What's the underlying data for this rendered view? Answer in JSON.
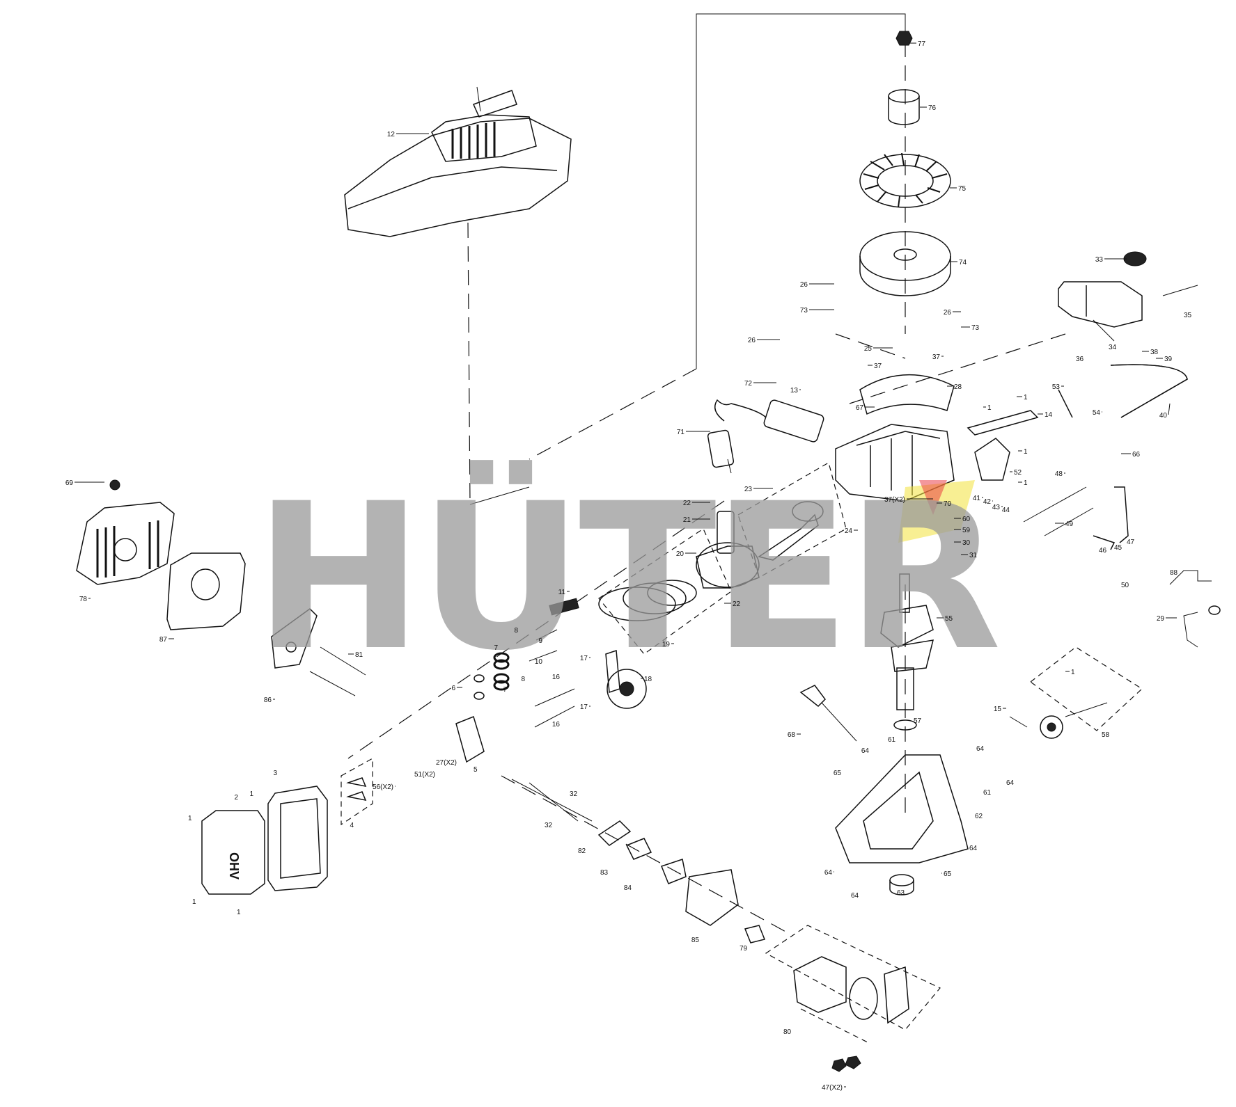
{
  "watermark": {
    "text": "HÜTER",
    "color": "#9a9a9a",
    "accent_colors": [
      "#e8303a",
      "#f2e23a"
    ]
  },
  "labels": [
    {
      "id": "77",
      "text": "77"
    },
    {
      "id": "76",
      "text": "76"
    },
    {
      "id": "75",
      "text": "75"
    },
    {
      "id": "74",
      "text": "74"
    },
    {
      "id": "12",
      "text": "12"
    },
    {
      "id": "33",
      "text": "33"
    },
    {
      "id": "35",
      "text": "35"
    },
    {
      "id": "34",
      "text": "34"
    },
    {
      "id": "36",
      "text": "36"
    },
    {
      "id": "38",
      "text": "38"
    },
    {
      "id": "39",
      "text": "39"
    },
    {
      "id": "40",
      "text": "40"
    },
    {
      "id": "26a",
      "text": "26"
    },
    {
      "id": "73a",
      "text": "73"
    },
    {
      "id": "26b",
      "text": "26"
    },
    {
      "id": "73b",
      "text": "73"
    },
    {
      "id": "26c",
      "text": "26"
    },
    {
      "id": "25",
      "text": "25"
    },
    {
      "id": "37a",
      "text": "37"
    },
    {
      "id": "37b",
      "text": "37"
    },
    {
      "id": "72",
      "text": "72"
    },
    {
      "id": "13",
      "text": "13"
    },
    {
      "id": "28",
      "text": "28"
    },
    {
      "id": "67",
      "text": "67"
    },
    {
      "id": "53",
      "text": "53"
    },
    {
      "id": "1a",
      "text": "1"
    },
    {
      "id": "1b",
      "text": "1"
    },
    {
      "id": "14",
      "text": "14"
    },
    {
      "id": "54",
      "text": "54"
    },
    {
      "id": "71",
      "text": "71"
    },
    {
      "id": "66",
      "text": "66"
    },
    {
      "id": "1c",
      "text": "1"
    },
    {
      "id": "52",
      "text": "52"
    },
    {
      "id": "1d",
      "text": "1"
    },
    {
      "id": "48",
      "text": "48"
    },
    {
      "id": "23",
      "text": "23"
    },
    {
      "id": "37x2",
      "text": "37(X2)"
    },
    {
      "id": "70",
      "text": "70"
    },
    {
      "id": "41",
      "text": "41"
    },
    {
      "id": "42",
      "text": "42"
    },
    {
      "id": "43",
      "text": "43"
    },
    {
      "id": "44",
      "text": "44"
    },
    {
      "id": "22a",
      "text": "22"
    },
    {
      "id": "21",
      "text": "21"
    },
    {
      "id": "24",
      "text": "24"
    },
    {
      "id": "60",
      "text": "60"
    },
    {
      "id": "59",
      "text": "59"
    },
    {
      "id": "49",
      "text": "49"
    },
    {
      "id": "46",
      "text": "46"
    },
    {
      "id": "45",
      "text": "45"
    },
    {
      "id": "47a",
      "text": "47"
    },
    {
      "id": "30",
      "text": "30"
    },
    {
      "id": "31",
      "text": "31"
    },
    {
      "id": "20",
      "text": "20"
    },
    {
      "id": "22b",
      "text": "22"
    },
    {
      "id": "50",
      "text": "50"
    },
    {
      "id": "88",
      "text": "88"
    },
    {
      "id": "69",
      "text": "69"
    },
    {
      "id": "78",
      "text": "78"
    },
    {
      "id": "87",
      "text": "87"
    },
    {
      "id": "11",
      "text": "11"
    },
    {
      "id": "19",
      "text": "19"
    },
    {
      "id": "55",
      "text": "55"
    },
    {
      "id": "29",
      "text": "29"
    },
    {
      "id": "81",
      "text": "81"
    },
    {
      "id": "86",
      "text": "86"
    },
    {
      "id": "8a",
      "text": "8"
    },
    {
      "id": "9",
      "text": "9"
    },
    {
      "id": "10",
      "text": "10"
    },
    {
      "id": "7a",
      "text": "7"
    },
    {
      "id": "7b",
      "text": "7"
    },
    {
      "id": "8b",
      "text": "8"
    },
    {
      "id": "6",
      "text": "6"
    },
    {
      "id": "17a",
      "text": "17"
    },
    {
      "id": "16a",
      "text": "16"
    },
    {
      "id": "18",
      "text": "18"
    },
    {
      "id": "17b",
      "text": "17"
    },
    {
      "id": "16b",
      "text": "16"
    },
    {
      "id": "68",
      "text": "68"
    },
    {
      "id": "57",
      "text": "57"
    },
    {
      "id": "15",
      "text": "15"
    },
    {
      "id": "1e",
      "text": "1"
    },
    {
      "id": "58",
      "text": "58"
    },
    {
      "id": "61a",
      "text": "61"
    },
    {
      "id": "64a",
      "text": "64"
    },
    {
      "id": "64b",
      "text": "64"
    },
    {
      "id": "27x2",
      "text": "27(X2)"
    },
    {
      "id": "51x2",
      "text": "51(X2)"
    },
    {
      "id": "56x2",
      "text": "56(X2)"
    },
    {
      "id": "5",
      "text": "5"
    },
    {
      "id": "65a",
      "text": "65"
    },
    {
      "id": "64c",
      "text": "64"
    },
    {
      "id": "61b",
      "text": "61"
    },
    {
      "id": "4",
      "text": "4"
    },
    {
      "id": "3",
      "text": "3"
    },
    {
      "id": "2",
      "text": "2"
    },
    {
      "id": "1f",
      "text": "1"
    },
    {
      "id": "1g",
      "text": "1"
    },
    {
      "id": "32a",
      "text": "32"
    },
    {
      "id": "32b",
      "text": "32"
    },
    {
      "id": "82",
      "text": "82"
    },
    {
      "id": "62",
      "text": "62"
    },
    {
      "id": "83",
      "text": "83"
    },
    {
      "id": "64d",
      "text": "64"
    },
    {
      "id": "84",
      "text": "84"
    },
    {
      "id": "64e",
      "text": "64"
    },
    {
      "id": "65b",
      "text": "65"
    },
    {
      "id": "63",
      "text": "63"
    },
    {
      "id": "64f",
      "text": "64"
    },
    {
      "id": "1h",
      "text": "1"
    },
    {
      "id": "1i",
      "text": "1"
    },
    {
      "id": "85",
      "text": "85"
    },
    {
      "id": "79",
      "text": "79"
    },
    {
      "id": "80",
      "text": "80"
    },
    {
      "id": "47x2",
      "text": "47(X2)"
    }
  ],
  "ohv_text": "OHV"
}
